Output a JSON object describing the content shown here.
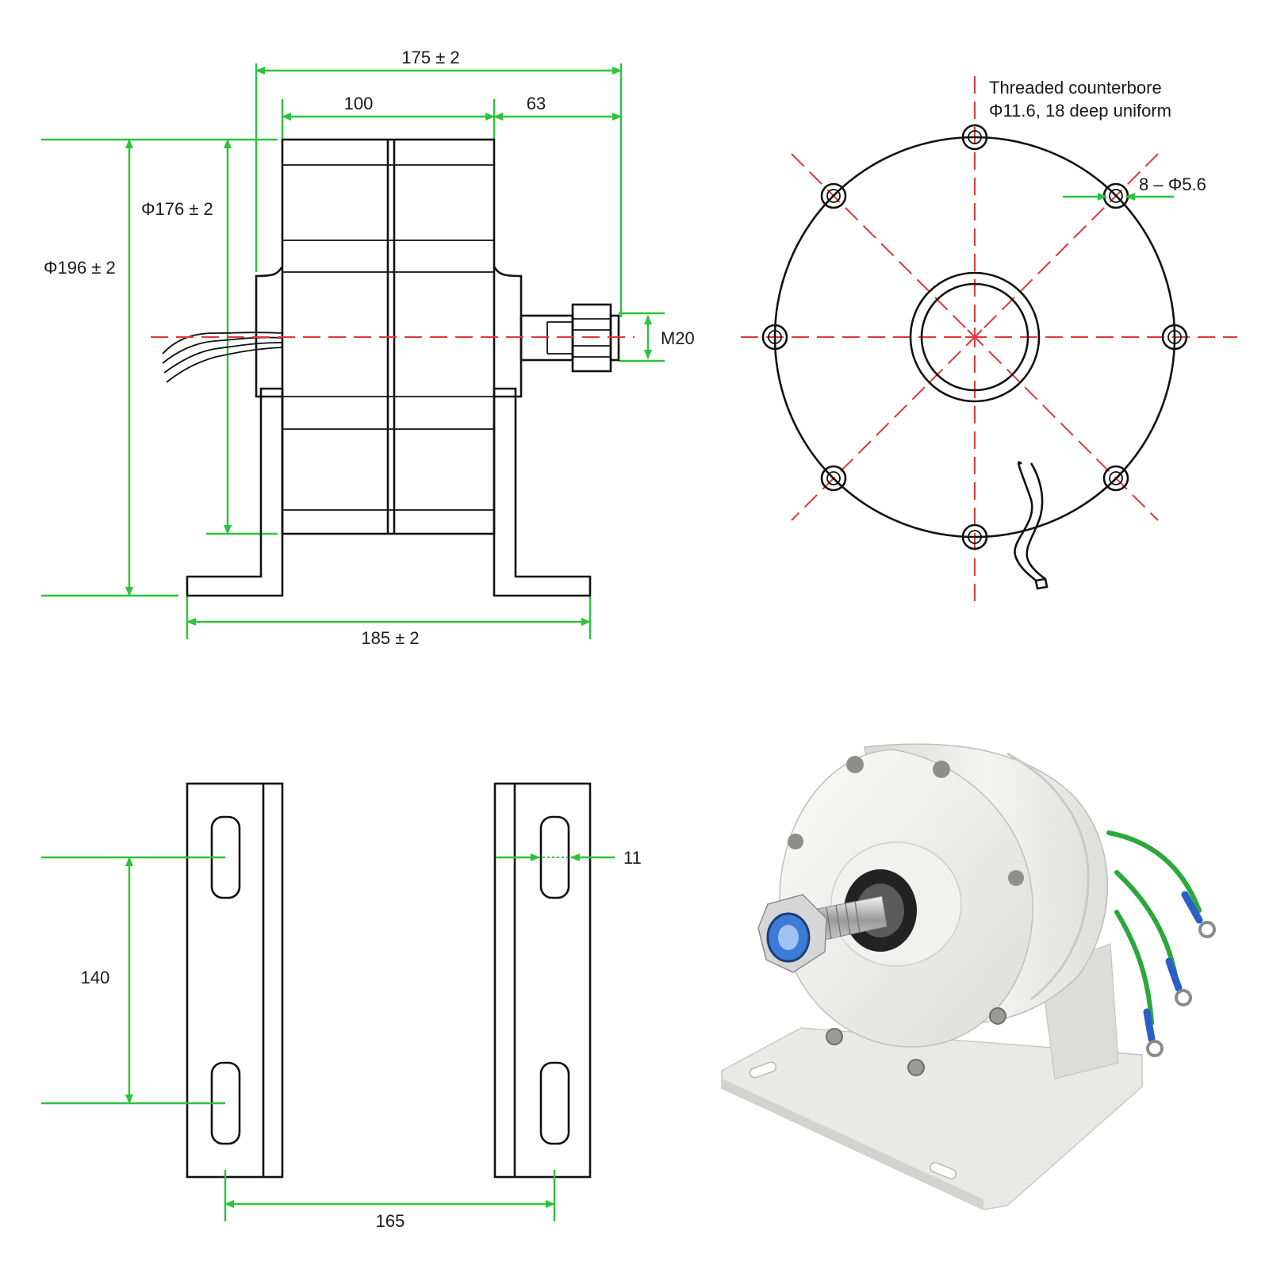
{
  "colors": {
    "dimension": "#2bc43a",
    "centerline": "#e0383a",
    "outline": "#111111",
    "body": "#eeeeec",
    "wire_green": "#2aa83a",
    "wire_blue": "#2a5fc9"
  },
  "side_view": {
    "overall_length": "175 ± 2",
    "body_length": "100",
    "shaft_length": "63",
    "inner_diameter": "Φ176 ± 2",
    "outer_diameter": "Φ196 ± 2",
    "shaft_thread": "M20",
    "base_length": "185 ± 2"
  },
  "front_view": {
    "note_line1": "Threaded counterbore",
    "note_line2": "Φ11.6, 18 deep uniform",
    "hole_spec": "8 – Φ5.6"
  },
  "bracket_view": {
    "slot_pitch": "140",
    "slot_width": "11",
    "bracket_spacing": "165"
  },
  "photo": {
    "icon": "wind-generator-photo-icon"
  }
}
